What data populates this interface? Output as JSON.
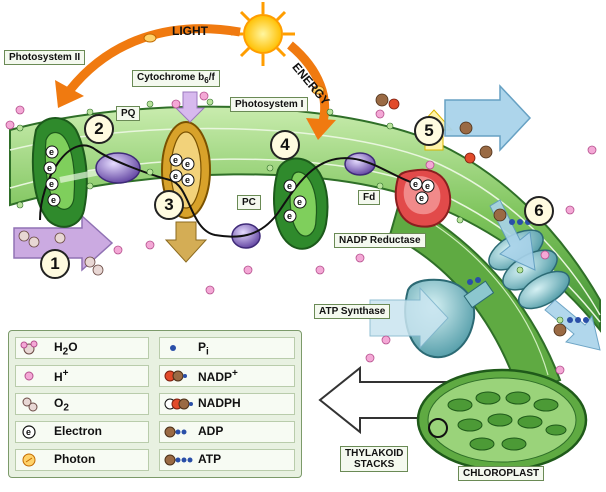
{
  "labels": {
    "light": "LIGHT",
    "energy": "ENERGY",
    "photosystem_ii": "Photosystem II",
    "cytochrome": "Cytochrome b",
    "cytochrome_sub": "6",
    "cytochrome_tail": "/f",
    "photosystem_i": "Photosystem I",
    "pq": "PQ",
    "pc": "PC",
    "fd": "Fd",
    "nadp_reductase": "NADP Reductase",
    "atp_synthase": "ATP Synthase",
    "thylakoid_stacks_line1": "THYLAKOID",
    "thylakoid_stacks_line2": "STACKS",
    "chloroplast": "CHLOROPLAST",
    "electron_glyph": "e"
  },
  "steps": [
    "1",
    "2",
    "3",
    "4",
    "5",
    "6"
  ],
  "legend": {
    "left": [
      {
        "label": "H",
        "sub": "2",
        "tail": "O",
        "icon": "water-icon"
      },
      {
        "label": "H",
        "sup": "+",
        "tail": "",
        "icon": "hydrogen-ion-icon"
      },
      {
        "label": "O",
        "sub": "2",
        "tail": "",
        "icon": "oxygen-icon"
      },
      {
        "label": "Electron",
        "icon": "electron-icon"
      },
      {
        "label": "Photon",
        "icon": "photon-icon"
      }
    ],
    "right": [
      {
        "label": "P",
        "sub": "i",
        "tail": "",
        "icon": "phosphate-icon"
      },
      {
        "label": "NADP",
        "sup": "+",
        "tail": "",
        "icon": "nadp-plus-icon"
      },
      {
        "label": "NADPH",
        "icon": "nadph-icon"
      },
      {
        "label": "ADP",
        "icon": "adp-icon"
      },
      {
        "label": "ATP",
        "icon": "atp-icon"
      }
    ]
  },
  "colors": {
    "membrane_dark": "#2f7d2a",
    "membrane_light": "#8fcf6a",
    "sun": "#ffd21a",
    "arrow_orange": "#f07a10",
    "purple_arrow": "#c9a6e0",
    "blue_arrow": "#a9d3ea",
    "pq_purple": "#7a5fb5",
    "cytochrome_gold": "#d8a22a",
    "nadp_red": "#e24a4a",
    "atp_teal": "#6fb8c2"
  }
}
